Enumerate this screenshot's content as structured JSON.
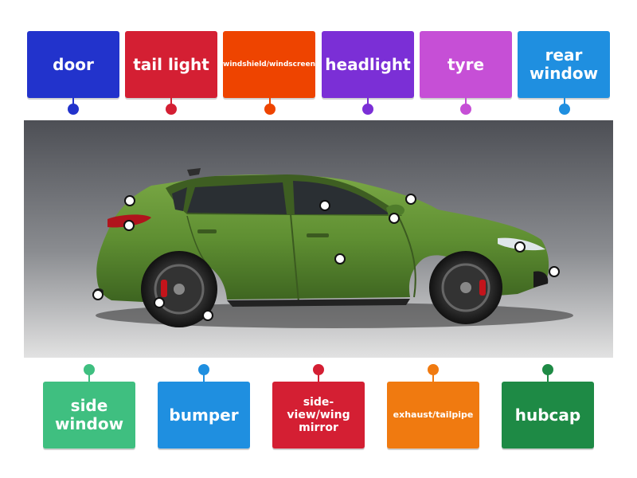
{
  "top_labels": [
    {
      "text": "door",
      "color": "#2233cc"
    },
    {
      "text": "tail light",
      "color": "#d41f33"
    },
    {
      "text": "windshield/windscreen",
      "color": "#ee4400"
    },
    {
      "text": "headlight",
      "color": "#7b2fd6"
    },
    {
      "text": "tyre",
      "color": "#c64fd6"
    },
    {
      "text": "rear window",
      "color": "#1f8fe0"
    }
  ],
  "bottom_labels": [
    {
      "text": "side window",
      "color": "#3fbf80"
    },
    {
      "text": "bumper",
      "color": "#1f8fe0"
    },
    {
      "text": "side-view/wing mirror",
      "color": "#d41f33"
    },
    {
      "text": "exhaust/tailpipe",
      "color": "#f07a10"
    },
    {
      "text": "hubcap",
      "color": "#1e8a45"
    }
  ],
  "car_color": "#5f8f32"
}
